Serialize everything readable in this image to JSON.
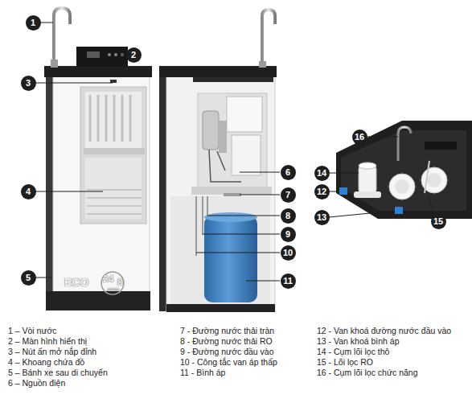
{
  "diagram": {
    "labels": [
      "1",
      "2",
      "3",
      "4",
      "5",
      "6",
      "7",
      "8",
      "9",
      "10",
      "11",
      "12",
      "13",
      "14",
      "15",
      "16",
      "ECO",
      "24",
      "8",
      ".com",
      "1 – Vòi nước",
      "2 – Màn hình hiển thị",
      "3 – Nút ấn mở nắp đỉnh",
      "4 – Khoang chứa đồ",
      "5 – Bánh xe sau di chuyển",
      "6 – Nguồn điện",
      "7 - Đường nước thải tràn",
      "8 - Đường nước thải RO",
      "9 - Đường nước đầu vào",
      "10 - Công tắc van áp thấp",
      "11 - Bình áp",
      "12 - Van khoá đường nước đầu vào",
      "13 - Van khoá bình áp",
      "14 - Cụm lõi lọc thô",
      "15 - Lõi lọc RO",
      "16 - Cụm lõi lọc chức năng"
    ]
  }
}
